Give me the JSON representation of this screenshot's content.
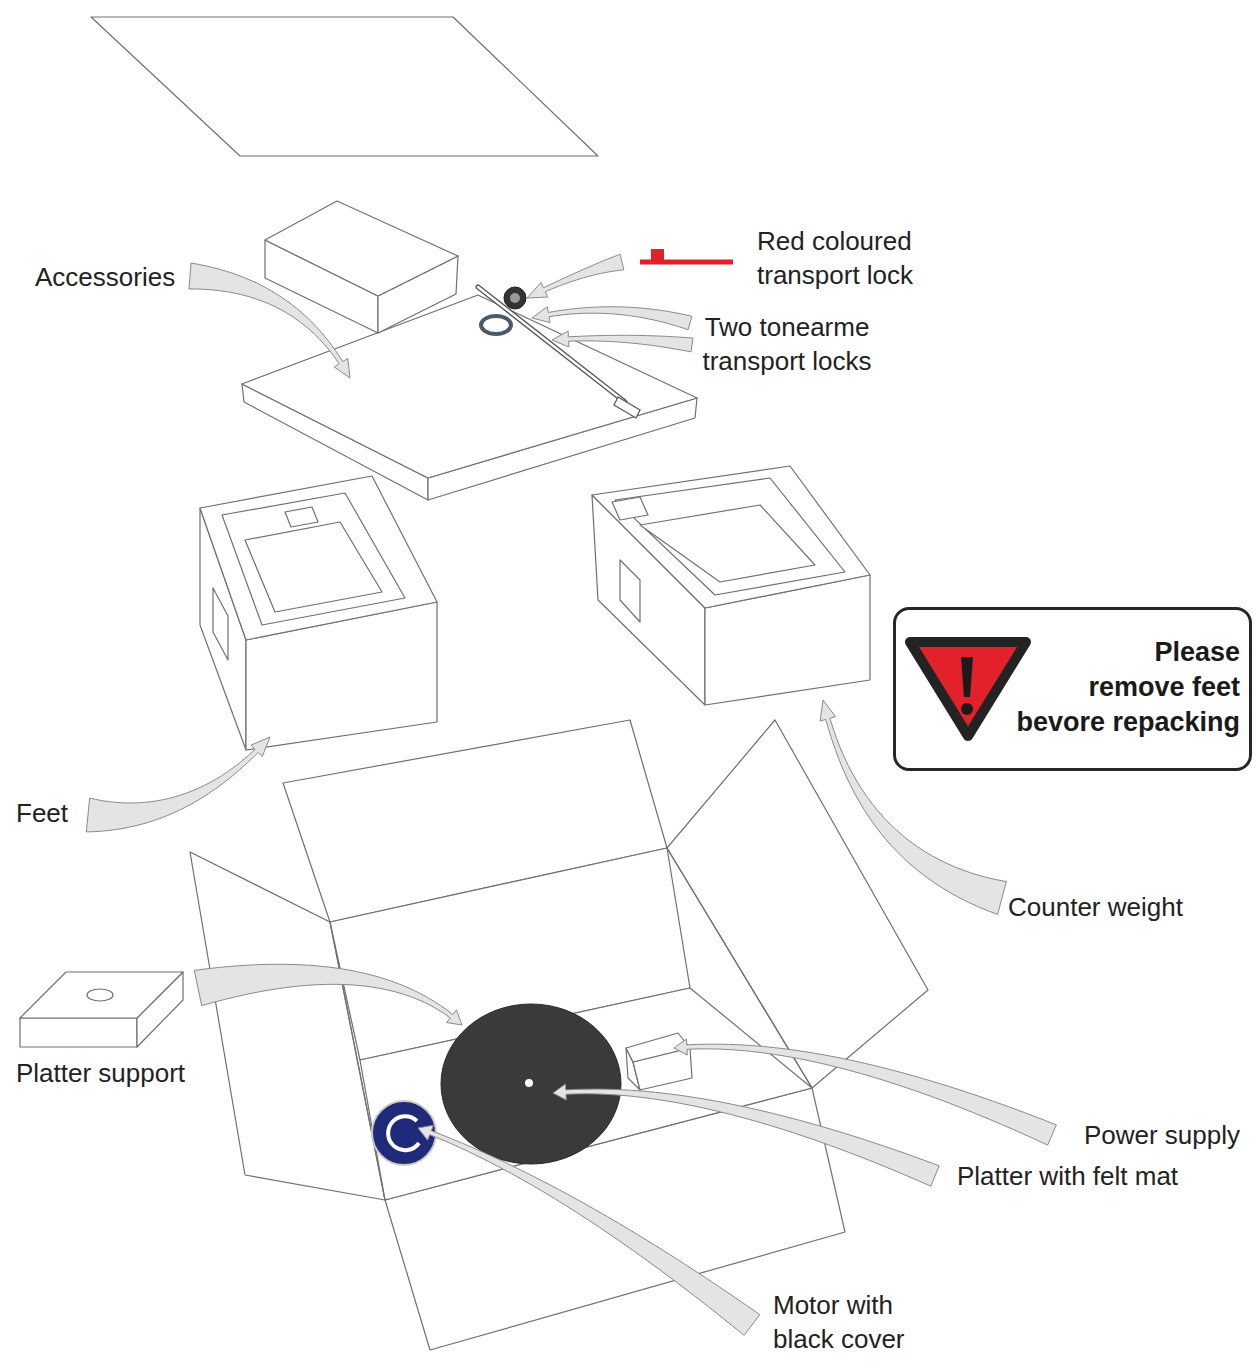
{
  "diagram": {
    "nodes": [
      {
        "text": [
          "Please remove feet bevore repacking"
        ]
      }
    ],
    "labels": [
      "Accessories",
      "Red coloured transport lock",
      "Two tonearme transport locks",
      "Feet",
      "Counter weight",
      "Platter support",
      "Power supply",
      "Platter with felt mat",
      "Motor with black cover"
    ]
  }
}
